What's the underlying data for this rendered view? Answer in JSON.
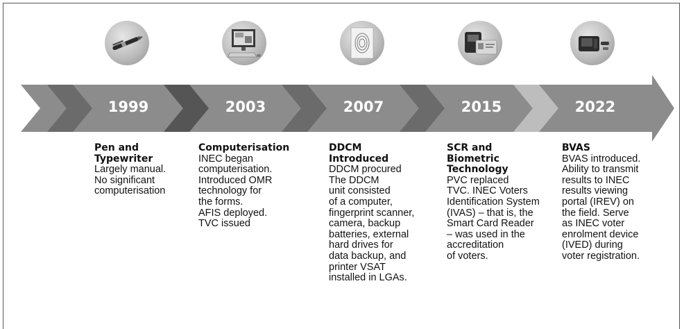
{
  "milestones": [
    {
      "year": "1999",
      "icon": "pen-icon",
      "title": [
        "Pen and",
        "Typewriter"
      ],
      "body": [
        "Largely manual.",
        "No significant",
        "computerisation"
      ]
    },
    {
      "year": "2003",
      "icon": "computer-icon",
      "title": [
        "Computerisation"
      ],
      "body": [
        "INEC began",
        "computerisation.",
        "Introduced OMR",
        "technology for",
        "the forms.",
        "AFIS deployed.",
        "TVC issued"
      ]
    },
    {
      "year": "2007",
      "icon": "fingerprint-icon",
      "title": [
        "DDCM",
        "Introduced"
      ],
      "body": [
        "DDCM procured",
        "The DDCM",
        "unit consisted",
        "of a computer,",
        "fingerprint scanner,",
        "camera, backup",
        "batteries, external",
        "hard drives for",
        "data backup, and",
        "printer VSAT",
        "installed in LGAs."
      ]
    },
    {
      "year": "2015",
      "icon": "card-reader-icon",
      "title": [
        "SCR and",
        "Biometric",
        "Technology"
      ],
      "body": [
        "PVC replaced",
        "TVC. INEC Voters",
        "Identification System",
        "(IVAS) – that is, the",
        "Smart Card Reader",
        "– was used in the",
        "accreditation",
        "of voters."
      ]
    },
    {
      "year": "2022",
      "icon": "bvas-device-icon",
      "title": [
        "BVAS"
      ],
      "body": [
        "BVAS introduced.",
        "Ability to transmit",
        "results to INEC",
        "results viewing",
        "portal (IREV) on",
        "the field. Serve",
        "as INEC voter",
        "enrolment device",
        "(IVED) during",
        "voter registration."
      ]
    }
  ],
  "colors": {
    "band": "#8c8c8c",
    "chevron_dark": "#6b6b6b",
    "chevron_light": "#bdbdbd",
    "year_text": "#ffffff"
  }
}
